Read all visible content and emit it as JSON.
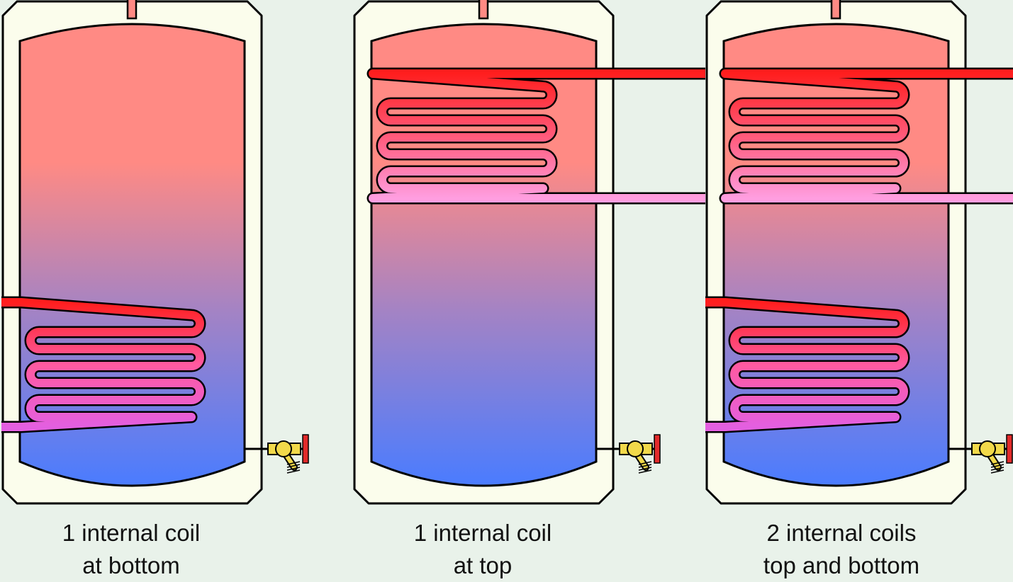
{
  "colors": {
    "background": "#e9f2ea",
    "tank_casing": "#fbfdec",
    "water_hot": "#ff8a84",
    "water_cold": "#4a7cff",
    "coil_hot": "#ff1e1e",
    "coil_cool_top": "#ff9ee0",
    "coil_cool_bottom": "#e35fe0",
    "valve_body": "#f2d94a",
    "valve_handle": "#e22b2b"
  },
  "tanks": [
    {
      "caption_line1": "1 internal coil",
      "caption_line2": "at bottom",
      "coils": [
        "bottom"
      ],
      "valve_icon": "drain-valve-icon"
    },
    {
      "caption_line1": "1 internal coil",
      "caption_line2": "at top",
      "coils": [
        "top"
      ],
      "valve_icon": "drain-valve-icon"
    },
    {
      "caption_line1": "2 internal coils",
      "caption_line2": "top and bottom",
      "coils": [
        "top",
        "bottom"
      ],
      "valve_icon": "drain-valve-icon"
    }
  ]
}
